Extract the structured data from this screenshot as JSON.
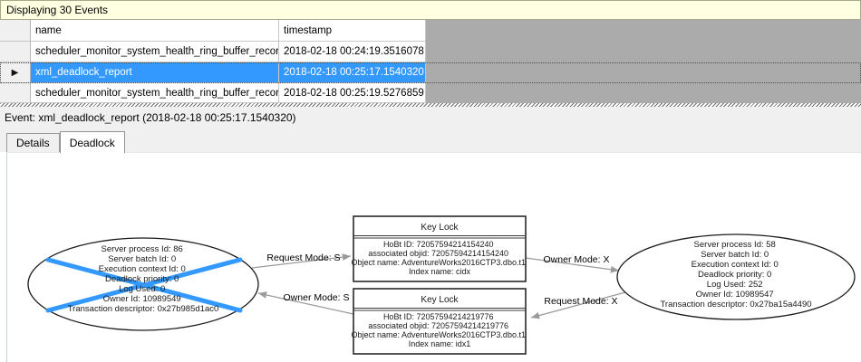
{
  "colors": {
    "selection_bg": "#3399FF",
    "info_bar_bg": "#FFFFE1",
    "grid_empty_bg": "#ABABAB",
    "victim_cross": "#3399FF",
    "edge_line": "#9A9A9A"
  },
  "info_bar": {
    "text": "Displaying 30 Events"
  },
  "grid": {
    "columns": {
      "name": "name",
      "timestamp": "timestamp"
    },
    "selected_marker": "▶",
    "rows": [
      {
        "name": "scheduler_monitor_system_health_ring_buffer_recorded",
        "timestamp": "2018-02-18 00:24:19.3516078"
      },
      {
        "name": "xml_deadlock_report",
        "timestamp": "2018-02-18 00:25:17.1540320"
      },
      {
        "name": "scheduler_monitor_system_health_ring_buffer_recorded",
        "timestamp": "2018-02-18 00:25:19.5276859"
      }
    ]
  },
  "event_bar": {
    "text": "Event: xml_deadlock_report (2018-02-18 00:25:17.1540320)"
  },
  "tabs": {
    "details": "Details",
    "deadlock": "Deadlock"
  },
  "graph": {
    "process_left": {
      "victim": true,
      "lines": [
        "Server process Id: 86",
        "Server batch Id: 0",
        "Execution context Id: 0",
        "Deadlock priority: 0",
        "Log Used: 0",
        "Owner Id: 10989549",
        "Transaction descriptor: 0x27b985d1ac0"
      ]
    },
    "process_right": {
      "victim": false,
      "lines": [
        "Server process Id: 58",
        "Server batch Id: 0",
        "Execution context Id: 0",
        "Deadlock priority: 0",
        "Log Used: 252",
        "Owner Id: 10989547",
        "Transaction descriptor: 0x27ba15a4490"
      ]
    },
    "lock_top": {
      "title": "Key Lock",
      "lines": [
        "HoBt ID: 72057594214154240",
        "associated objid: 72057594214154240",
        "Object name: AdventureWorks2016CTP3.dbo.t1",
        "Index name: cidx"
      ]
    },
    "lock_bottom": {
      "title": "Key Lock",
      "lines": [
        "HoBt ID: 72057594214219776",
        "associated objid: 72057594214219776",
        "Object name: AdventureWorks2016CTP3.dbo.t1",
        "Index name: idx1"
      ]
    },
    "edges": {
      "request_s": "Request Mode: S",
      "owner_s": "Owner Mode: S",
      "owner_x": "Owner Mode: X",
      "request_x": "Request Mode: X"
    }
  }
}
